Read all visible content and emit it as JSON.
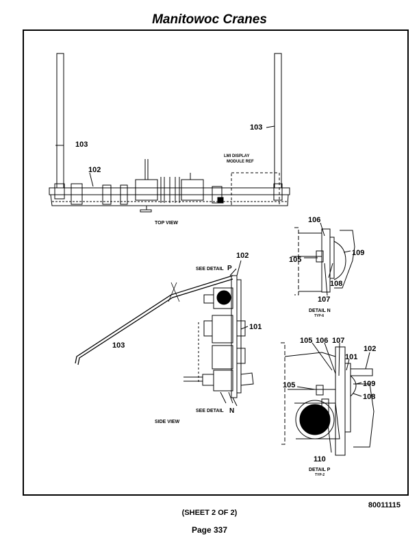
{
  "header": {
    "title": "Manitowoc Cranes"
  },
  "labels": {
    "top_view": "TOP VIEW",
    "side_view": "SIDE VIEW",
    "lmi_line1": "LMI DISPLAY",
    "lmi_line2": "MODULE REF",
    "see_detail_p": "SEE DETAIL",
    "see_detail_p_letter": "P",
    "see_detail_n": "SEE DETAIL",
    "see_detail_n_letter": "N",
    "detail_n": "DETAIL N",
    "detail_n_typ": "TYP-6",
    "detail_p": "DETAIL P",
    "detail_p_typ": "TYP-2"
  },
  "callouts": {
    "c103_left": "103",
    "c103_right": "103",
    "c102_top": "102",
    "c102_side": "102",
    "c101_side": "101",
    "c103_side": "103",
    "n106": "106",
    "n105": "105",
    "n109": "109",
    "n108": "108",
    "n107": "107",
    "p105a": "105",
    "p106": "106",
    "p107": "107",
    "p102": "102",
    "p101": "101",
    "p105b": "105",
    "p109": "109",
    "p108": "108",
    "p110": "110"
  },
  "footer": {
    "doc_number": "80011115",
    "sheet": "(SHEET 2 OF 2)",
    "page": "Page 337"
  }
}
